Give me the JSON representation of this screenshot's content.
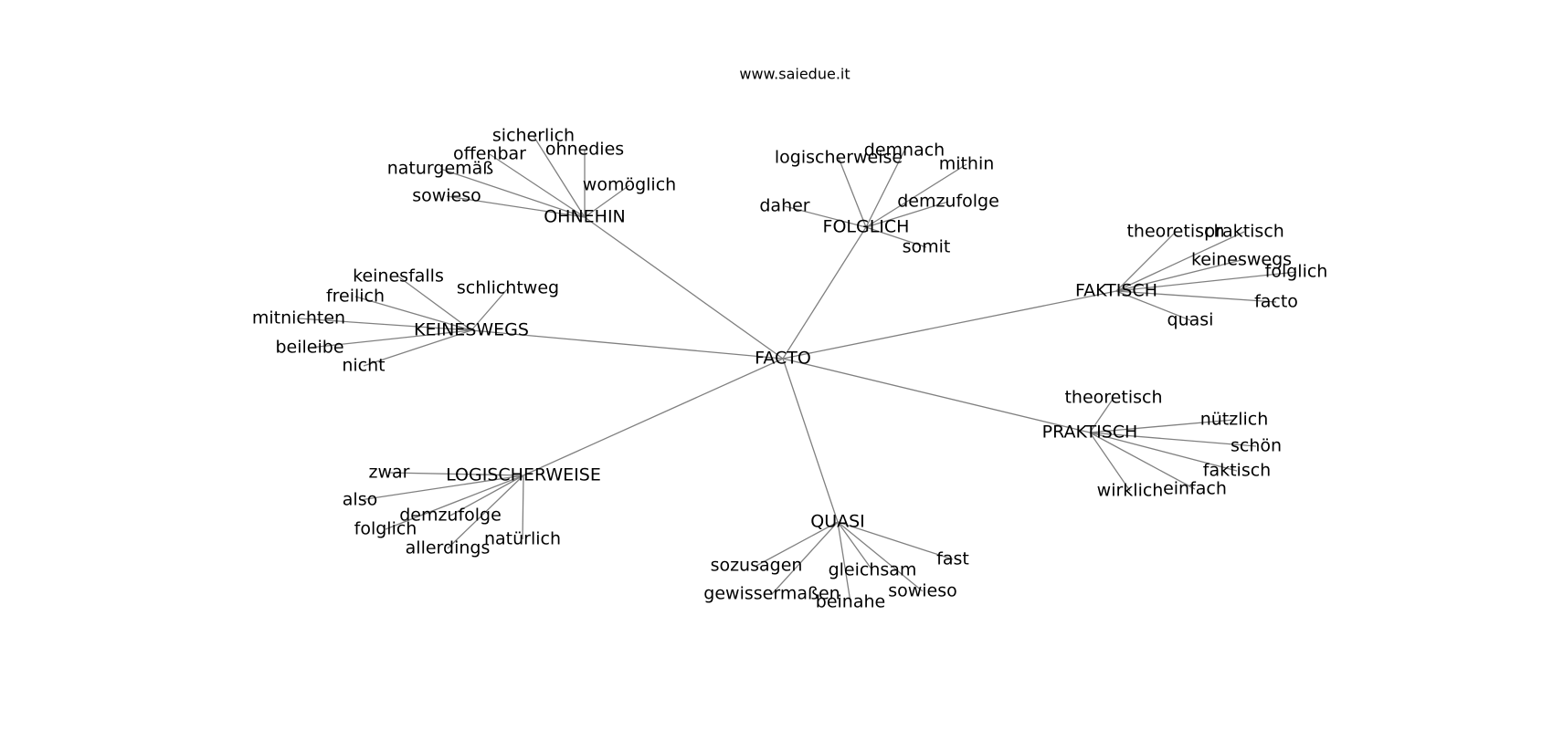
{
  "header": {
    "site": "www.saiedue.it"
  },
  "graph": {
    "center": "FACTO",
    "groups": [
      {
        "hub": "OHNEHIN",
        "leaves": [
          "sicherlich",
          "offenbar",
          "ohnedies",
          "naturgemäß",
          "womöglich",
          "sowieso"
        ]
      },
      {
        "hub": "FOLGLICH",
        "leaves": [
          "logischerweise",
          "demnach",
          "mithin",
          "daher",
          "demzufolge",
          "somit"
        ]
      },
      {
        "hub": "FAKTISCH",
        "leaves": [
          "theoretisch",
          "praktisch",
          "keineswegs",
          "folglich",
          "facto",
          "quasi"
        ]
      },
      {
        "hub": "KEINESWEGS",
        "leaves": [
          "keinesfalls",
          "freilich",
          "schlichtweg",
          "mitnichten",
          "beileibe",
          "nicht"
        ]
      },
      {
        "hub": "PRAKTISCH",
        "leaves": [
          "theoretisch",
          "nützlich",
          "schön",
          "faktisch",
          "wirklich",
          "einfach"
        ]
      },
      {
        "hub": "LOGISCHERWEISE",
        "leaves": [
          "zwar",
          "also",
          "demzufolge",
          "folglich",
          "allerdings",
          "natürlich"
        ]
      },
      {
        "hub": "QUASI",
        "leaves": [
          "sozusagen",
          "fast",
          "gleichsam",
          "gewissermaßen",
          "beinahe",
          "sowieso"
        ]
      }
    ]
  }
}
